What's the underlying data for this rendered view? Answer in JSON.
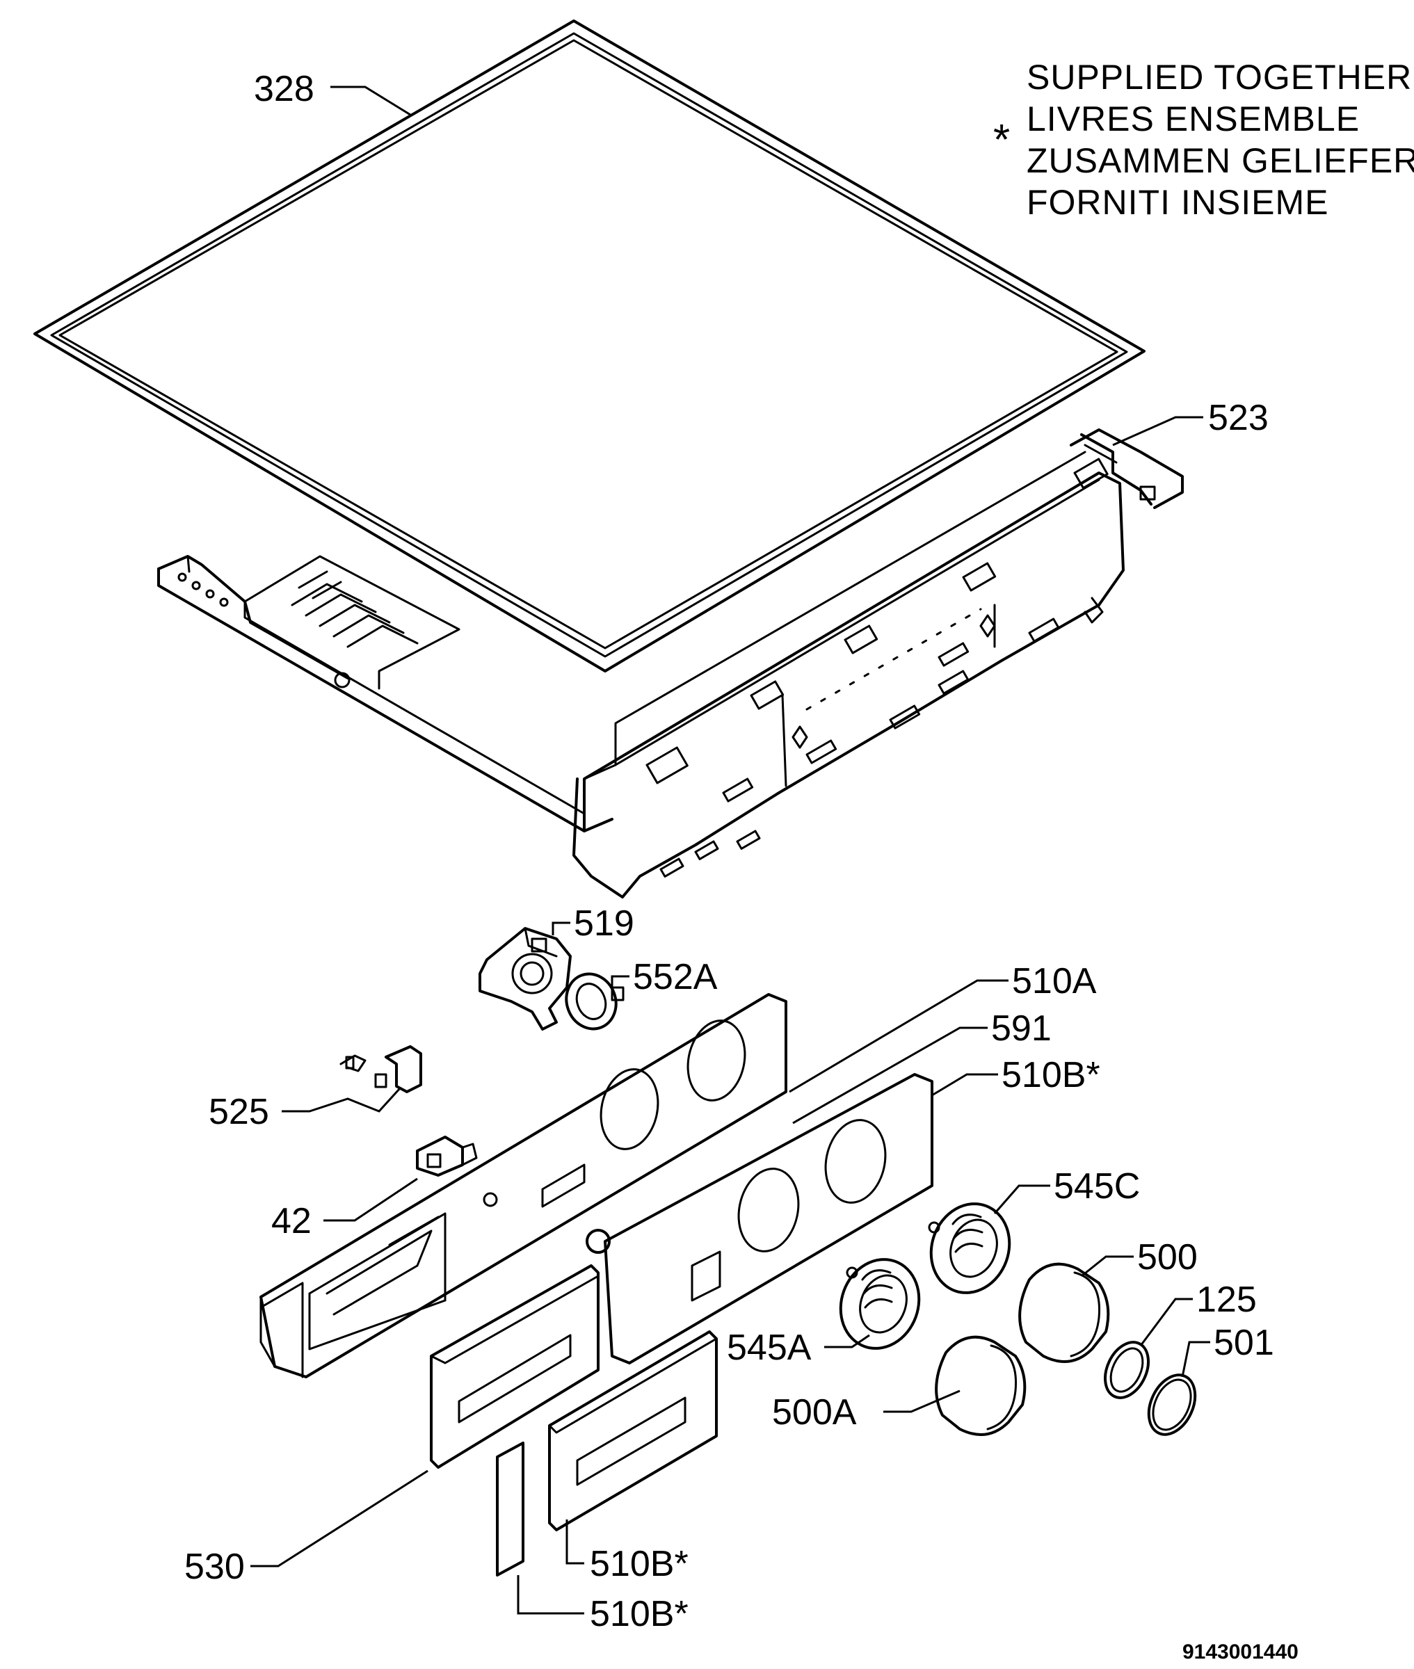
{
  "note": {
    "marker": "*",
    "lines": [
      "SUPPLIED TOGETHER",
      "LIVRES ENSEMBLE",
      "ZUSAMMEN GELIEFERT",
      "FORNITI INSIEME"
    ]
  },
  "labels": {
    "p328": "328",
    "p523": "523",
    "p519": "519",
    "p552a": "552A",
    "p510a": "510A",
    "p591": "591",
    "p510b_1": "510B*",
    "p525": "525",
    "p545c": "545C",
    "p42": "42",
    "p500": "500",
    "p125": "125",
    "p545a": "545A",
    "p501": "501",
    "p500a": "500A",
    "p530": "530",
    "p510b_2": "510B*",
    "p510b_3": "510B*"
  },
  "drawing_code": "9143001440"
}
